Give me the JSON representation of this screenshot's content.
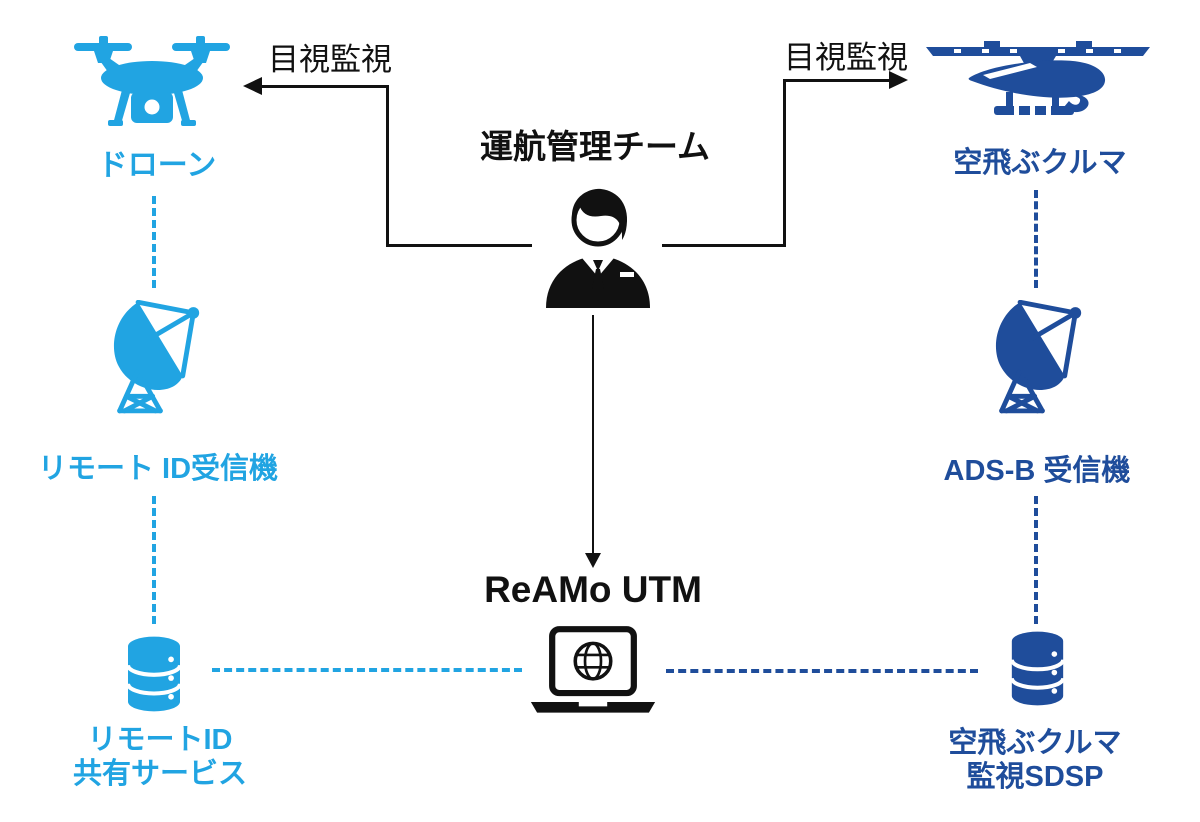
{
  "diagram": {
    "team": {
      "label": "運航管理チーム",
      "icon": "operator-person-icon"
    },
    "utm": {
      "label": "ReAMo UTM",
      "icon": "laptop-globe-icon"
    },
    "monitoring": {
      "left_label": "目視監視",
      "right_label": "目視監視"
    },
    "nodes": {
      "drone": {
        "label": "ドローン",
        "icon": "drone-icon",
        "color": "#21A4E2"
      },
      "flying_car": {
        "label": "空飛ぶクルマ",
        "icon": "flying-car-icon",
        "color": "#1F4D9B"
      },
      "remote_id_receiver": {
        "label": "リモート ID受信機",
        "icon": "satellite-dish-icon",
        "color": "#21A4E2"
      },
      "adsb_receiver": {
        "label": "ADS-B 受信機",
        "icon": "satellite-dish-icon",
        "color": "#1F4D9B"
      },
      "remote_id_service": {
        "label_line1": "リモートID",
        "label_line2": "共有サービス",
        "icon": "database-icon",
        "color": "#21A4E2"
      },
      "flying_car_sdsp": {
        "label_line1": "空飛ぶクルマ",
        "label_line2": "監視SDSP",
        "icon": "database-icon",
        "color": "#1F4D9B"
      }
    },
    "colors": {
      "light_blue": "#21A4E2",
      "dark_blue": "#1F4D9B",
      "line_black": "#111111",
      "background": "#FFFFFF"
    }
  }
}
